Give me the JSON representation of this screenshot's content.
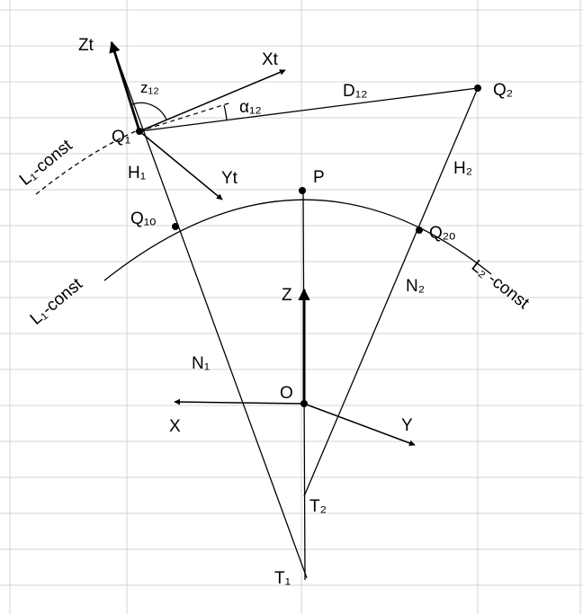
{
  "labels": {
    "zt": "Zt",
    "xt": "Xt",
    "yt": "Yt",
    "z12": "z₁₂",
    "alpha12": "α₁₂",
    "d12": "D₁₂",
    "q1": "Q₁",
    "q2": "Q₂",
    "h1": "H₁",
    "h2": "H₂",
    "p": "P",
    "q1o": "Q₁ₒ",
    "q2o": "Q₂ₒ",
    "l1_const_upper": "L₁-const",
    "l1_const_lower": "L₁-const",
    "l2_const": "L₂ -const",
    "z": "Z",
    "n1": "N₁",
    "n2": "N₂",
    "o": "O",
    "x": "X",
    "y": "Y",
    "t1": "T₁",
    "t2": "T₂"
  }
}
